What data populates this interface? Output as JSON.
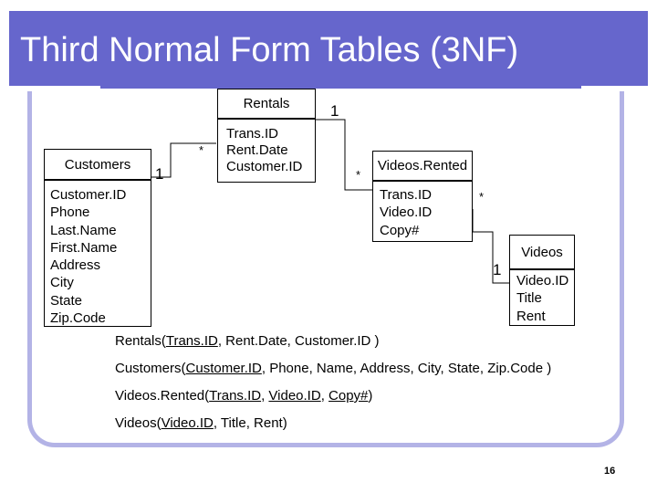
{
  "title": "Third Normal Form Tables (3NF)",
  "tables": {
    "rentals": {
      "header": "Rentals",
      "fields": [
        "Trans.ID",
        "Rent.Date",
        "Customer.ID"
      ]
    },
    "customers": {
      "header": "Customers",
      "fields": [
        "Customer.ID",
        "Phone",
        "Last.Name",
        "First.Name",
        "Address",
        "City",
        "State",
        "Zip.Code"
      ]
    },
    "videos_rented": {
      "header": "Videos.Rented",
      "fields": [
        "Trans.ID",
        "Video.ID",
        "Copy#"
      ]
    },
    "videos": {
      "header": "Videos",
      "fields": [
        "Video.ID",
        "Title",
        "Rent"
      ]
    }
  },
  "multiplicities": {
    "customers_rentals_one": "1",
    "customers_rentals_many": "*",
    "rentals_videos_rented_one": "1",
    "rentals_videos_rented_many": "*",
    "videos_videos_rented_many": "*",
    "videos_videos_rented_one": "1"
  },
  "schemas": {
    "rentals": {
      "name": "Rentals(",
      "key": "Trans.ID",
      "rest": ", Rent.Date, Customer.ID )"
    },
    "customers": {
      "name": "Customers(",
      "key": "Customer.ID",
      "rest": ", Phone, Name, Address, City, State, Zip.Code )"
    },
    "videos_rented": {
      "name": "Videos.Rented(",
      "key1": "Trans.ID",
      "sep1": ", ",
      "key2": "Video.ID",
      "sep2": ", ",
      "key3": "Copy#",
      "rest": ")"
    },
    "videos": {
      "name": "Videos(",
      "key": "Video.ID",
      "rest": ", Title, Rent)"
    }
  },
  "page_number": "16",
  "colors": {
    "title_bar": "#6666cc",
    "frame": "#b3b3e6"
  }
}
